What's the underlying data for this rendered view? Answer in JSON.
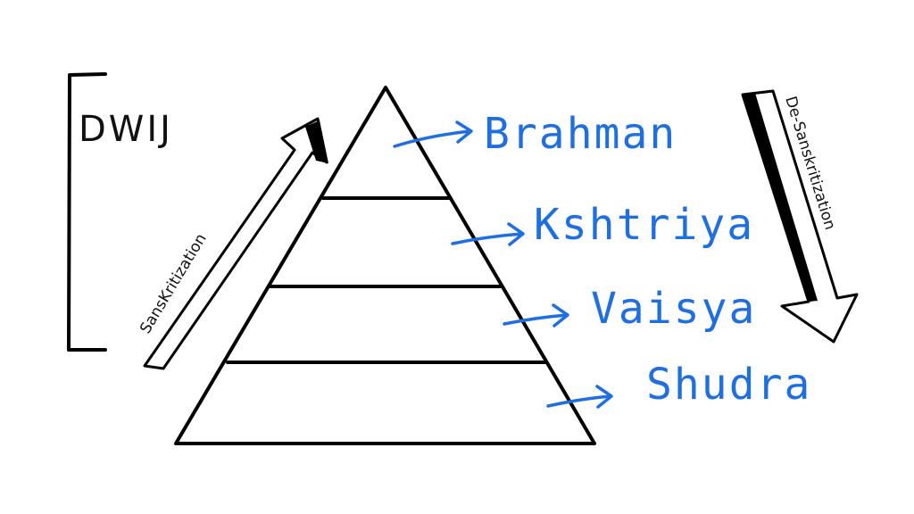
{
  "bracket": {
    "label": "DWIJ"
  },
  "tiers": [
    {
      "name": "Brahman"
    },
    {
      "name": "Kshtriya"
    },
    {
      "name": "Vaisya"
    },
    {
      "name": "Shudra"
    }
  ],
  "upward_arrow": {
    "label": "SansKritization"
  },
  "downward_arrow": {
    "label": "De-Sanskritization"
  },
  "colors": {
    "ink": "#000000",
    "label_blue": "#1f6fde",
    "background": "#ffffff"
  }
}
